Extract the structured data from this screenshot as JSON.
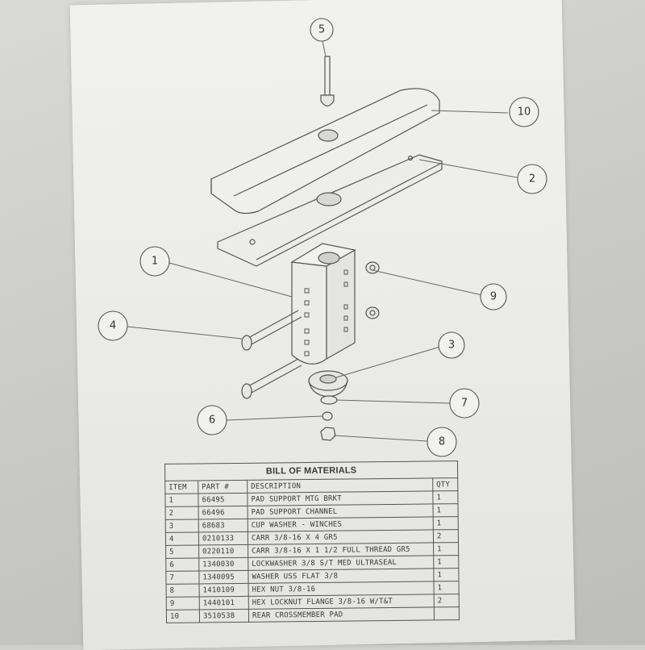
{
  "callouts": [
    {
      "id": "5",
      "label": "5"
    },
    {
      "id": "10",
      "label": "10"
    },
    {
      "id": "2",
      "label": "2"
    },
    {
      "id": "1",
      "label": "1"
    },
    {
      "id": "9",
      "label": "9"
    },
    {
      "id": "4",
      "label": "4"
    },
    {
      "id": "3",
      "label": "3"
    },
    {
      "id": "7",
      "label": "7"
    },
    {
      "id": "6",
      "label": "6"
    },
    {
      "id": "8",
      "label": "8"
    }
  ],
  "bom": {
    "title": "BILL OF MATERIALS",
    "headers": {
      "item": "ITEM",
      "part": "PART #",
      "description": "DESCRIPTION",
      "qty": "QTY"
    },
    "rows": [
      {
        "item": "1",
        "part": "66495",
        "description": "PAD SUPPORT MTG BRKT",
        "qty": "1"
      },
      {
        "item": "2",
        "part": "66496",
        "description": "PAD SUPPORT CHANNEL",
        "qty": "1"
      },
      {
        "item": "3",
        "part": "68683",
        "description": "CUP WASHER - WINCHES",
        "qty": "1"
      },
      {
        "item": "4",
        "part": "0210133",
        "description": "CARR 3/8-16 X 4 GR5",
        "qty": "2"
      },
      {
        "item": "5",
        "part": "0220110",
        "description": "CARR 3/8-16 X 1 1/2 FULL THREAD GR5",
        "qty": "1"
      },
      {
        "item": "6",
        "part": "1340030",
        "description": "LOCKWASHER 3/8 S/T MED ULTRASEAL",
        "qty": "1"
      },
      {
        "item": "7",
        "part": "1340095",
        "description": "WASHER USS FLAT 3/8",
        "qty": "1"
      },
      {
        "item": "8",
        "part": "1410109",
        "description": "HEX NUT 3/8-16",
        "qty": "1"
      },
      {
        "item": "9",
        "part": "1440101",
        "description": "HEX LOCKNUT FLANGE 3/8-16 W/T&T",
        "qty": "2"
      },
      {
        "item": "10",
        "part": "3510538",
        "description": "REAR CROSSMEMBER PAD",
        "qty": ""
      }
    ]
  }
}
